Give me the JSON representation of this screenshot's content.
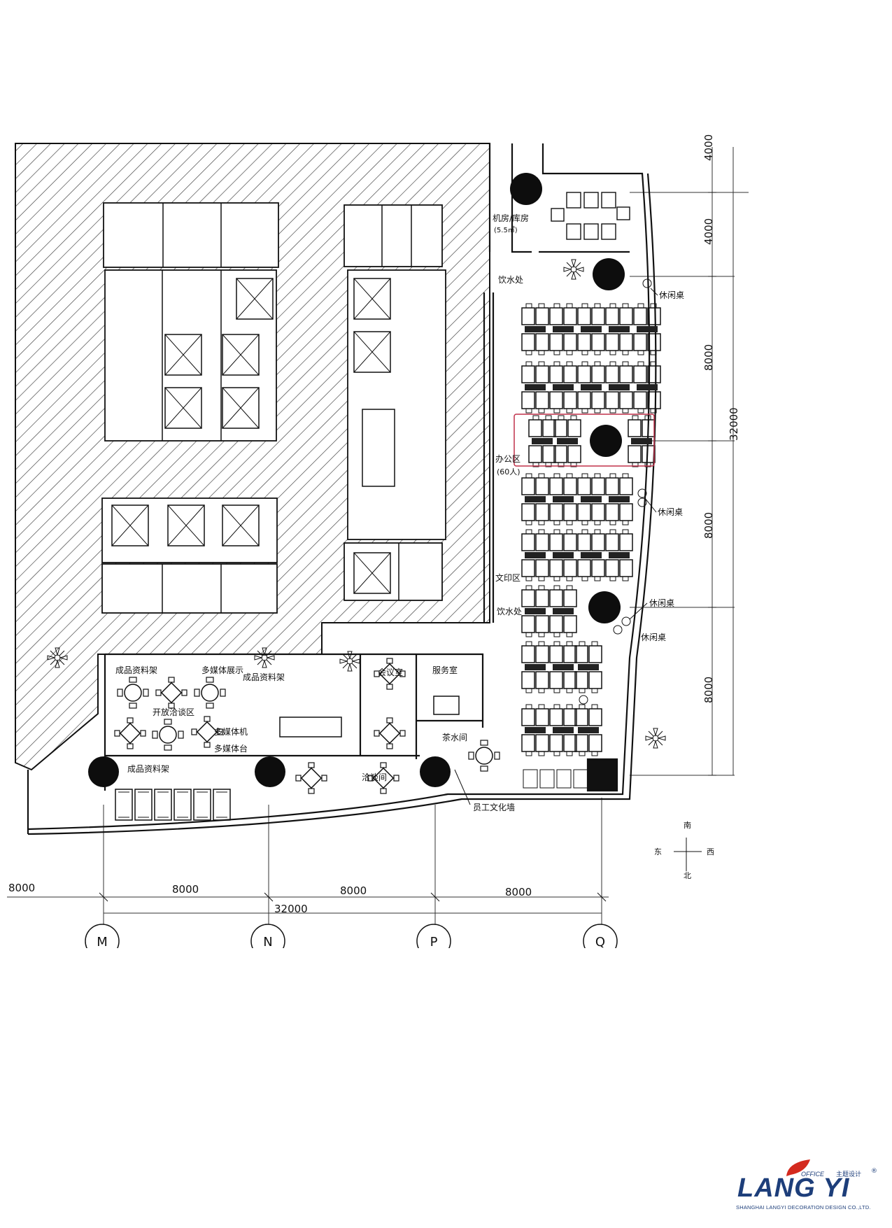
{
  "rooms": {
    "machine_room": "机房/库房",
    "machine_room_area": "(5.5㎡)",
    "water_bar_1": "饮水处",
    "water_bar_2": "饮水处",
    "office_area": "办公区",
    "office_area_count": "(60人)",
    "print_area": "文印区",
    "finished_shelf_top": "成品资料架",
    "multimedia_display": "多媒体展示",
    "finished_shelf_mid": "成品资料架",
    "open_discussion": "开放洽谈区",
    "multi_machine": "多媒体机",
    "multi_platform": "多媒体台",
    "finished_shelf_bottom": "成品资料架",
    "meeting_room": "会议室",
    "service_room": "服务室",
    "tea_room": "茶水间",
    "negotiation_room": "洽谈间",
    "culture_wall": "员工文化墙",
    "rest_1": "休闲桌",
    "rest_2": "休闲桌",
    "rest_3": "休闲桌",
    "rest_4": "休闲桌"
  },
  "dimensions": {
    "right_top": "4000",
    "right_1": "4000",
    "right_2": "8000",
    "right_total": "32000",
    "right_3": "8000",
    "right_4": "8000",
    "bottom_left": "8000",
    "bottom_1": "8000",
    "bottom_2": "8000",
    "bottom_3": "8000",
    "bottom_total": "32000"
  },
  "grid_axes": [
    "M",
    "N",
    "P",
    "Q"
  ],
  "compass": {
    "top": "南",
    "left": "东",
    "right": "西",
    "bottom": "北"
  },
  "logo": {
    "name": "LANG YI",
    "office": "OFFICE",
    "chinese_tag": "主题设计",
    "reg": "®",
    "company": "SHANGHAI LANGYI DECORATION DESIGN CO.,LTD."
  },
  "colors": {
    "ink": "#1a1a1a",
    "logo_blue": "#1d3e7a",
    "logo_red": "#d42a1e",
    "highlight": "#c0304a"
  }
}
